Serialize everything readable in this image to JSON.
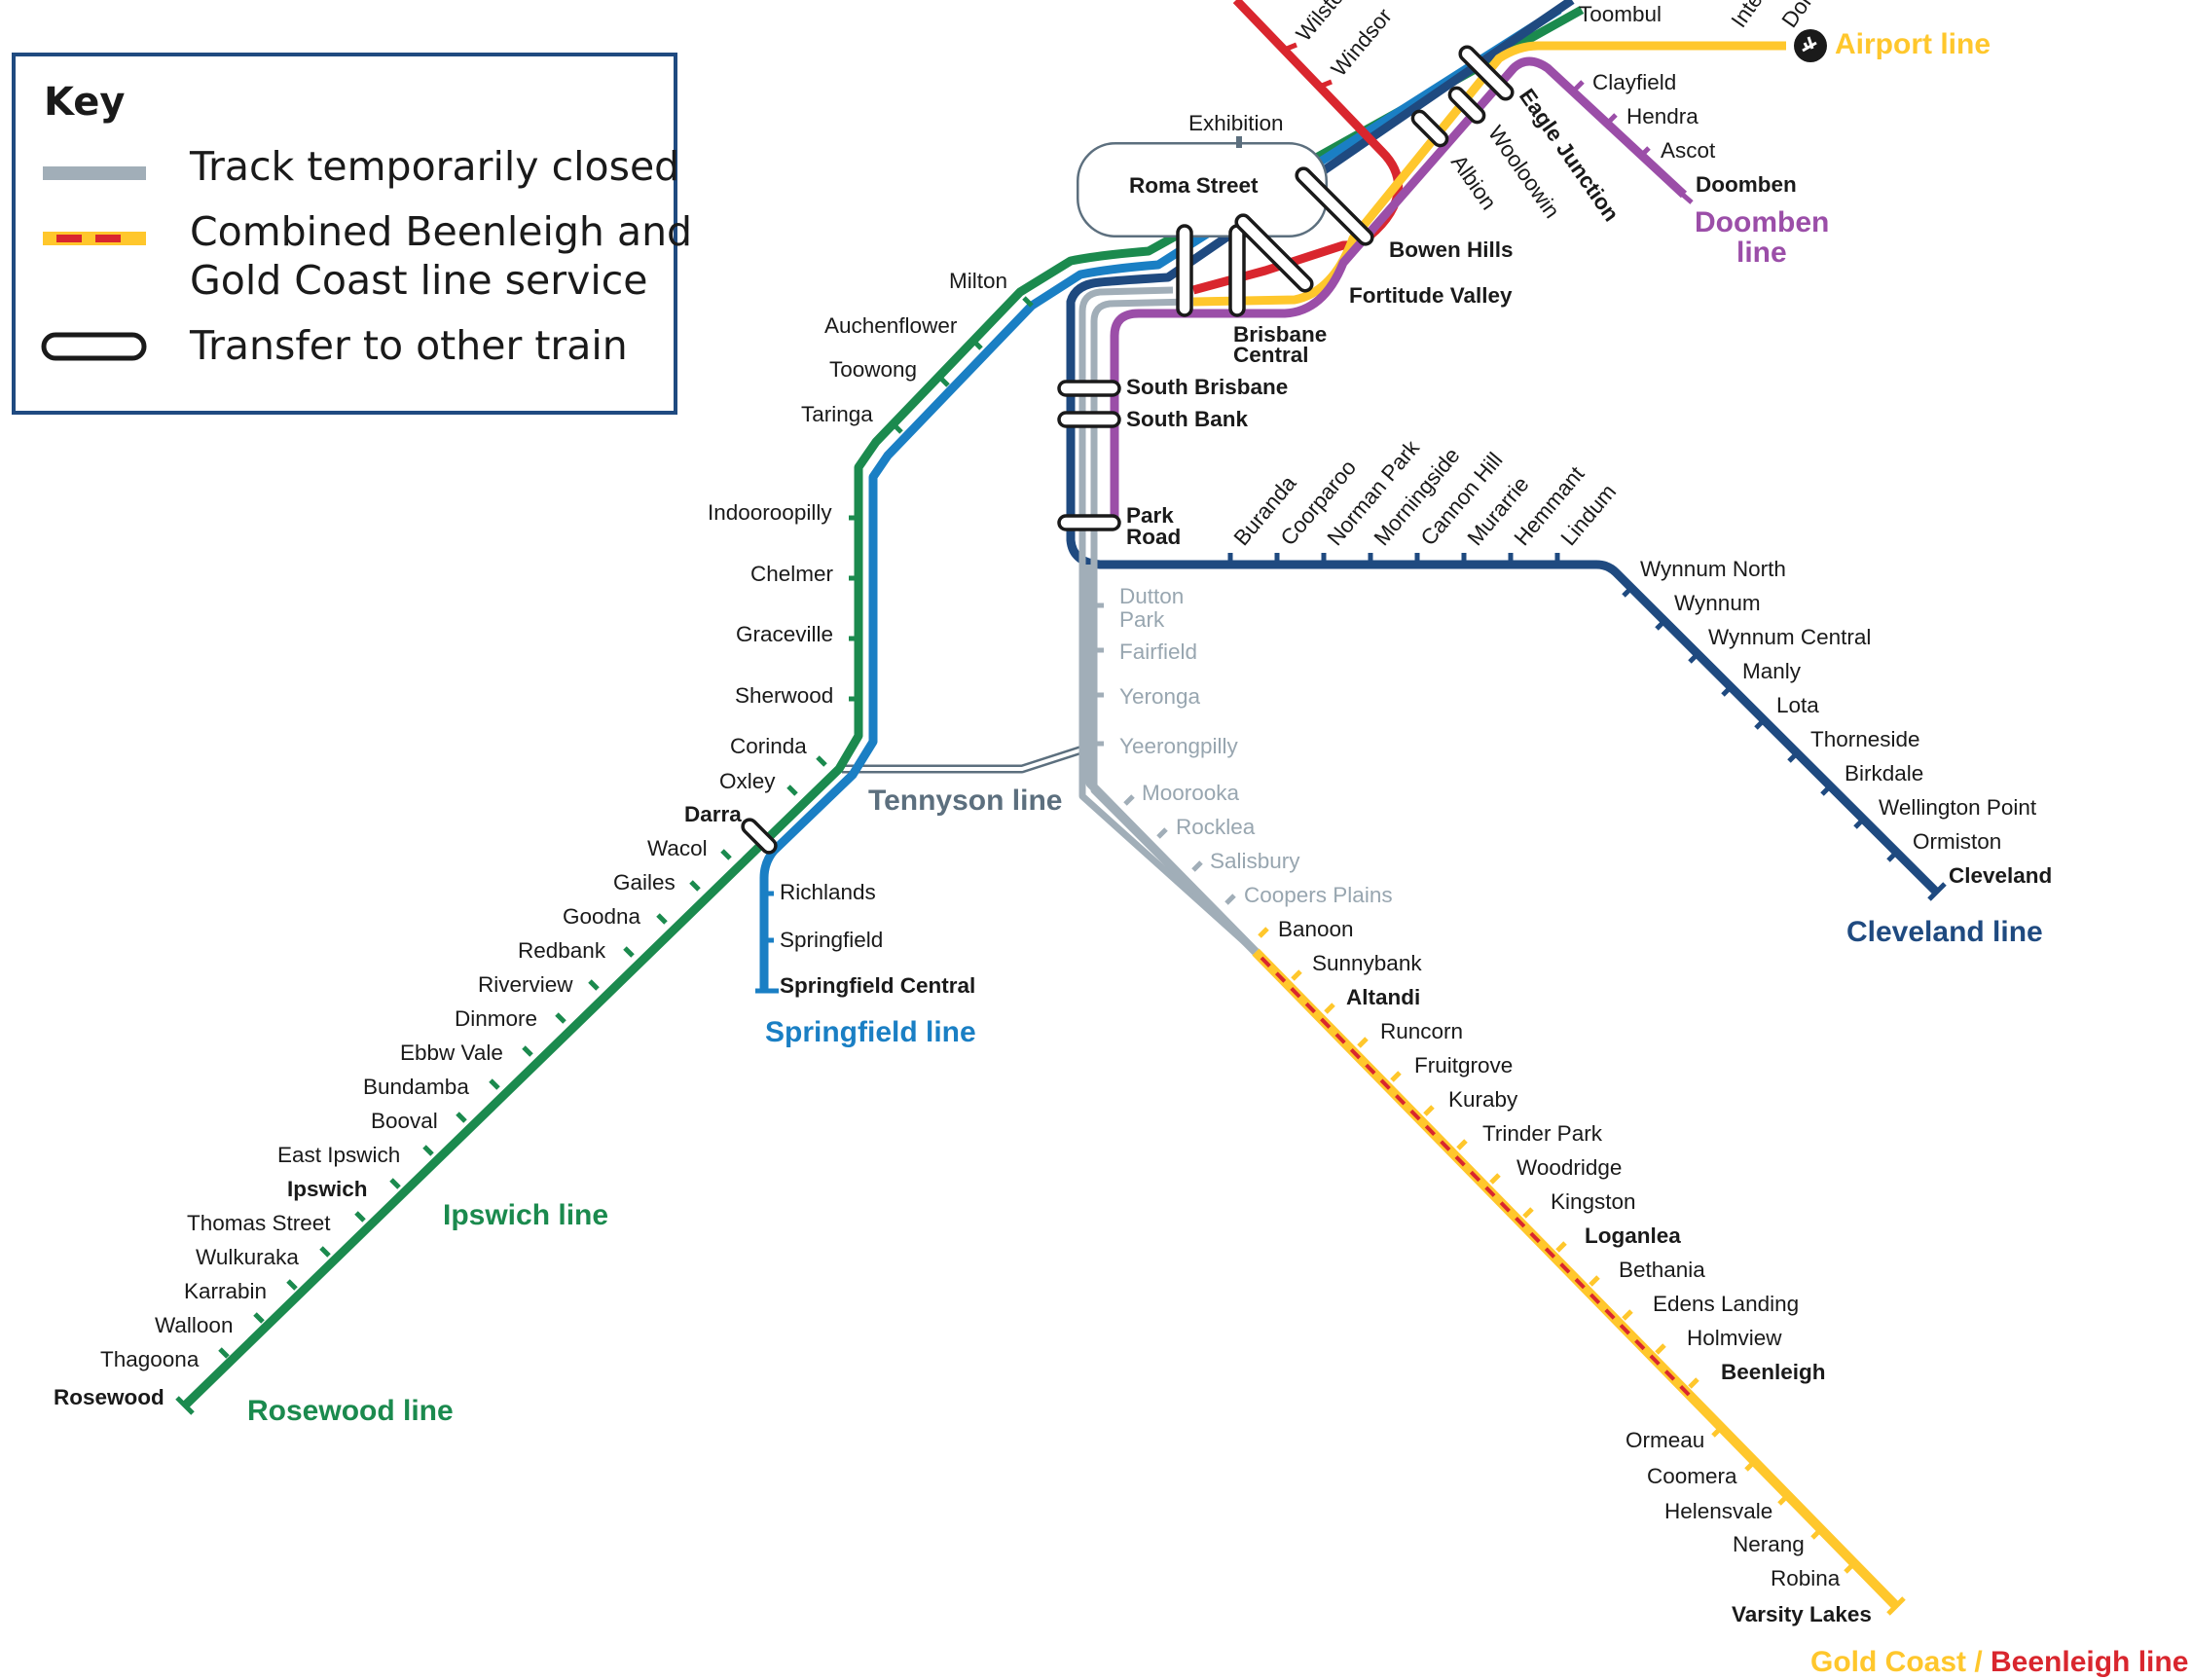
{
  "colors": {
    "ipswich": "#1b8a4e",
    "springfield": "#1a7fc4",
    "cleveland": "#1f4a80",
    "closed": "#a1aeb8",
    "goldcoast": "#ffc72c",
    "beenleigh": "#d9262e",
    "doomben": "#9b4ea8",
    "redcliffe": "#d9262e",
    "airport": "#ffc72c",
    "tennyson": "#5c6f7e",
    "key_border": "#1f4a80"
  },
  "key": {
    "title": "Key",
    "closed": "Track temporarily closed",
    "combined_1": "Combined Beenleigh and",
    "combined_2": "Gold Coast line service",
    "transfer": "Transfer to other train"
  },
  "lines": {
    "rosewood": "Rosewood line",
    "ipswich": "Ipswich line",
    "springfield": "Springfield line",
    "tennyson": "Tennyson line",
    "cleveland": "Cleveland line",
    "doomben_1": "Doomben",
    "doomben_2": "line",
    "airport": "Airport line",
    "goldcoast": "Gold Coast /",
    "beenleigh": "Beenleigh line"
  },
  "stations": {
    "ipswich_side": [
      {
        "name": "Milton"
      },
      {
        "name": "Auchenflower"
      },
      {
        "name": "Toowong"
      },
      {
        "name": "Taringa"
      },
      {
        "name": "Indooroopilly"
      },
      {
        "name": "Chelmer"
      },
      {
        "name": "Graceville"
      },
      {
        "name": "Sherwood"
      },
      {
        "name": "Corinda"
      },
      {
        "name": "Oxley"
      },
      {
        "name": "Darra"
      },
      {
        "name": "Wacol"
      },
      {
        "name": "Gailes"
      },
      {
        "name": "Goodna"
      },
      {
        "name": "Redbank"
      },
      {
        "name": "Riverview"
      },
      {
        "name": "Dinmore"
      },
      {
        "name": "Ebbw Vale"
      },
      {
        "name": "Bundamba"
      },
      {
        "name": "Booval"
      },
      {
        "name": "East Ipswich"
      },
      {
        "name": "Ipswich"
      },
      {
        "name": "Thomas Street"
      },
      {
        "name": "Wulkuraka"
      },
      {
        "name": "Karrabin"
      },
      {
        "name": "Walloon"
      },
      {
        "name": "Thagoona"
      },
      {
        "name": "Rosewood"
      }
    ],
    "springfield_branch": [
      {
        "name": "Richlands"
      },
      {
        "name": "Springfield"
      },
      {
        "name": "Springfield Central"
      }
    ],
    "city": [
      {
        "name": "Exhibition"
      },
      {
        "name": "Roma Street"
      },
      {
        "name": "Brisbane"
      },
      {
        "name": "Central"
      },
      {
        "name": "Fortitude Valley"
      },
      {
        "name": "Bowen Hills"
      },
      {
        "name": "South Brisbane"
      },
      {
        "name": "South Bank"
      },
      {
        "name": "Park"
      },
      {
        "name": "Road"
      }
    ],
    "north": [
      {
        "name": "Albion"
      },
      {
        "name": "Wooloowin"
      },
      {
        "name": "Eagle Junction"
      },
      {
        "name": "Windsor"
      },
      {
        "name": "Wilston"
      },
      {
        "name": "Toombul"
      },
      {
        "name": "Clayfield"
      },
      {
        "name": "Hendra"
      },
      {
        "name": "Ascot"
      },
      {
        "name": "Doomben"
      },
      {
        "name": "Inte"
      },
      {
        "name": "Dom"
      }
    ],
    "cleveland_side": [
      {
        "name": "Buranda"
      },
      {
        "name": "Coorparoo"
      },
      {
        "name": "Norman Park"
      },
      {
        "name": "Morningside"
      },
      {
        "name": "Cannon Hill"
      },
      {
        "name": "Murarrie"
      },
      {
        "name": "Hemmant"
      },
      {
        "name": "Lindum"
      },
      {
        "name": "Wynnum North"
      },
      {
        "name": "Wynnum"
      },
      {
        "name": "Wynnum Central"
      },
      {
        "name": "Manly"
      },
      {
        "name": "Lota"
      },
      {
        "name": "Thorneside"
      },
      {
        "name": "Birkdale"
      },
      {
        "name": "Wellington Point"
      },
      {
        "name": "Ormiston"
      },
      {
        "name": "Cleveland"
      }
    ],
    "closed_section": [
      {
        "name": "Dutton"
      },
      {
        "name": "Park"
      },
      {
        "name": "Fairfield"
      },
      {
        "name": "Yeronga"
      },
      {
        "name": "Yeerongpilly"
      },
      {
        "name": "Moorooka"
      },
      {
        "name": "Rocklea"
      },
      {
        "name": "Salisbury"
      },
      {
        "name": "Coopers Plains"
      }
    ],
    "gold_coast_side": [
      {
        "name": "Banoon"
      },
      {
        "name": "Sunnybank"
      },
      {
        "name": "Altandi"
      },
      {
        "name": "Runcorn"
      },
      {
        "name": "Fruitgrove"
      },
      {
        "name": "Kuraby"
      },
      {
        "name": "Trinder Park"
      },
      {
        "name": "Woodridge"
      },
      {
        "name": "Kingston"
      },
      {
        "name": "Loganlea"
      },
      {
        "name": "Bethania"
      },
      {
        "name": "Edens Landing"
      },
      {
        "name": "Holmview"
      },
      {
        "name": "Beenleigh"
      },
      {
        "name": "Ormeau"
      },
      {
        "name": "Coomera"
      },
      {
        "name": "Helensvale"
      },
      {
        "name": "Nerang"
      },
      {
        "name": "Robina"
      },
      {
        "name": "Varsity Lakes"
      }
    ]
  }
}
